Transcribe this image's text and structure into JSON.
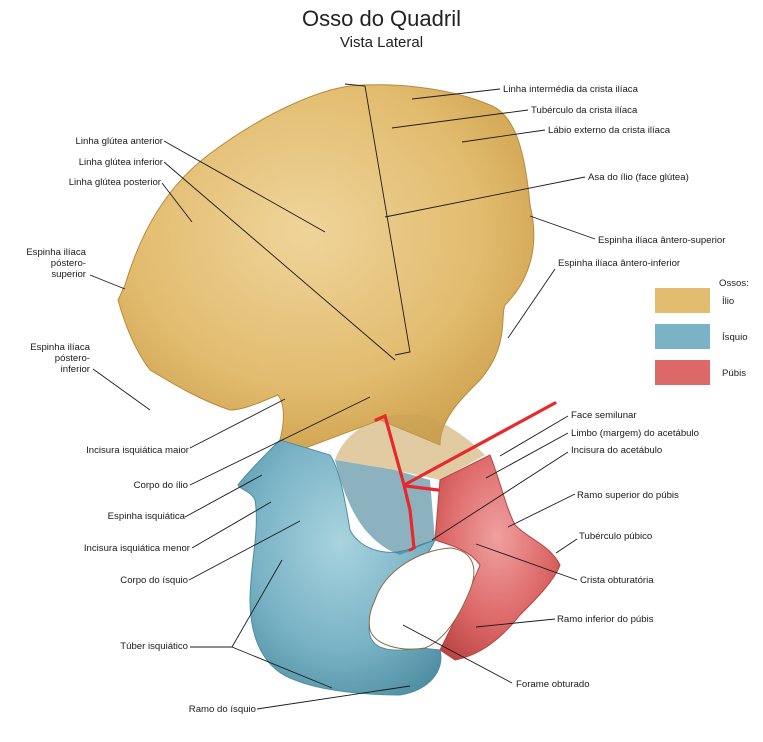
{
  "title": "Osso do Quadril",
  "subtitle": "Vista Lateral",
  "colors": {
    "ilio": "#e2bc6f",
    "isquio": "#79b3c5",
    "pubis": "#dd6868",
    "red_marker": "#e8282a"
  },
  "legend": {
    "title": "Ossos:",
    "items": [
      {
        "label": "Ílio",
        "color": "#e2bc6f"
      },
      {
        "label": "Ísquio",
        "color": "#79b3c5"
      },
      {
        "label": "Púbis",
        "color": "#dd6868"
      }
    ]
  },
  "labels": {
    "linha_intermedia": "Linha intermédia da crista ilíaca",
    "tuberculo_crista": "Tubérculo da crista ilíaca",
    "labio_externo": "Lábio externo da crista ilíaca",
    "asa_ilio": "Asa do ílio (face glútea)",
    "espinha_ant_sup": "Espinha ilíaca ântero-superior",
    "espinha_ant_inf": "Espinha ilíaca ântero-inferior",
    "linha_glutea_ant": "Linha glútea anterior",
    "linha_glutea_inf": "Linha glútea inferior",
    "linha_glutea_post": "Linha glútea posterior",
    "esp_post_sup_1": "Espinha ilíaca",
    "esp_post_sup_2": "póstero-",
    "esp_post_sup_3": "superior",
    "esp_post_inf_1": "Espinha ilíaca",
    "esp_post_inf_2": "póstero-",
    "esp_post_inf_3": "inferior",
    "incisura_isq_maior": "Incisura isquiática maior",
    "corpo_ilio": "Corpo do ílio",
    "espinha_isq": "Espinha isquiática",
    "incisura_isq_menor": "Incisura isquiática menor",
    "corpo_isquio": "Corpo do ísquio",
    "tuber_isq": "Túber isquiático",
    "ramo_isquio": "Ramo do ísquio",
    "face_semilunar": "Face semilunar",
    "limbo": "Limbo (margem) do acetábulo",
    "incisura_acet": "Incisura do acetábulo",
    "ramo_sup_pubis": "Ramo superior do púbis",
    "tuberculo_pubico": "Tubérculo púbico",
    "crista_obturatoria": "Crista obturatória",
    "ramo_inf_pubis": "Ramo inferior do púbis",
    "forame_obturado": "Forame obturado"
  }
}
